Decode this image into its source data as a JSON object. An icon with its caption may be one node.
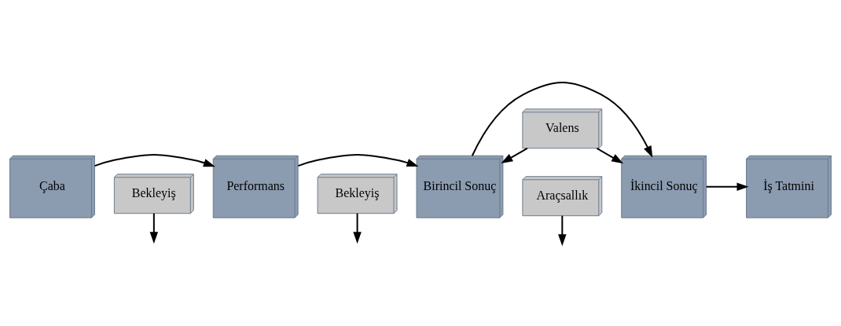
{
  "diagram": {
    "nodes": [
      {
        "text": [
          "Çaba"
        ]
      },
      {
        "text": [
          "Performans"
        ]
      },
      {
        "text": [
          "Birincil Sonuç"
        ]
      },
      {
        "text": [
          "İkincil Sonuç"
        ]
      },
      {
        "text": [
          "İş Tatmini"
        ]
      },
      {
        "text": [
          "Valens"
        ]
      },
      {
        "text": [
          "Bekleyiş"
        ]
      },
      {
        "text": [
          "Bekleyiş"
        ]
      },
      {
        "text": [
          "Araçsallık"
        ]
      }
    ],
    "edges": [
      {
        "from": 0,
        "to": 1,
        "arrow": "to"
      },
      {
        "from": 1,
        "to": 2,
        "arrow": "to"
      },
      {
        "from": 2,
        "to": 3,
        "arrow": "to"
      },
      {
        "from": 3,
        "to": 4,
        "arrow": "to"
      },
      {
        "from": 5,
        "to": 2,
        "arrow": "to"
      },
      {
        "from": 5,
        "to": 3,
        "arrow": "to"
      },
      {
        "from": 6,
        "to": null,
        "arrow": "to"
      },
      {
        "from": 7,
        "to": null,
        "arrow": "to"
      },
      {
        "from": 8,
        "to": null,
        "arrow": "to"
      }
    ]
  }
}
